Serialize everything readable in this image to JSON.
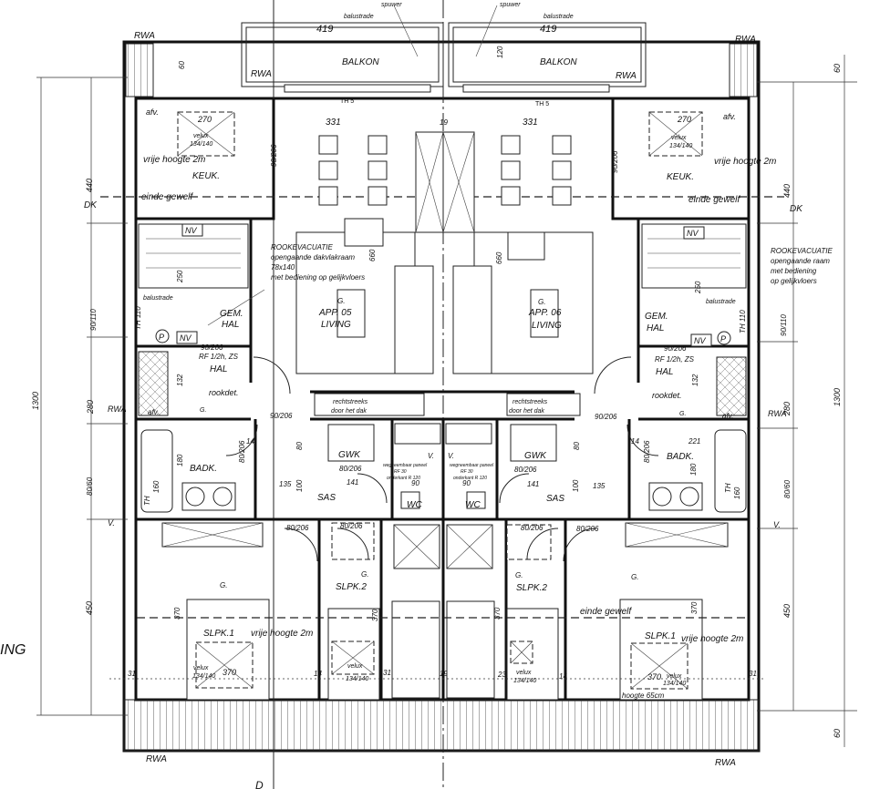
{
  "plan": {
    "roof_rwa": "RWA",
    "balcony": {
      "label": "BALKON",
      "railing": "balustrade",
      "width": "419",
      "cavity": "spuwer",
      "depth": "120",
      "door": "TH 5",
      "dims": "60"
    },
    "units": {
      "left": {
        "apartment": "APP. 05",
        "living": "LIVING",
        "living_g": "G."
      },
      "right": {
        "apartment": "APP. 06",
        "living": "LIVING",
        "living_g": "G."
      }
    },
    "kitchen": "KEUK.",
    "kitchen_dim": "270",
    "skylight": "velux",
    "skylight_size": "134/140",
    "afv": "afv.",
    "free_height": "vrije hoogte 2m",
    "end_slope": "einde gewelf",
    "dk": "DK",
    "table_width": "331",
    "living_depth": "660",
    "col_width": "19",
    "col_14": "14",
    "smoke": {
      "left": [
        "ROOKEVACUATIE",
        "opengaande dakvlakraam",
        "78x140",
        "met bediening op gelijkvloers"
      ],
      "right": [
        "ROOKEVACUATIE",
        "opengaande raam",
        "met bediening",
        "op gelijkvloers"
      ]
    },
    "stair": {
      "nv": "NV",
      "balustrade": "balustrade",
      "th": "TH 110",
      "p": "P",
      "dim250": "250",
      "dim90_110": "90/110"
    },
    "gem_hal": [
      "GEM.",
      "HAL"
    ],
    "hal": "HAL",
    "rf": "RF 1/2h, ZS",
    "rf_left": "RF 1/2h, ZS",
    "door_90_206": "90/206",
    "door_80_206": "80/206",
    "rookdet": "rookdet.",
    "shaft": {
      "top": "rechtstreeks",
      "bottom": "door het dak"
    },
    "gwk": "GWK",
    "wc": "WC",
    "sas": "SAS",
    "badk": "BADK.",
    "bath_th": "TH",
    "bath_160": "160",
    "dim132": "132",
    "dim180": "180",
    "dim80": "80",
    "dim100": "100",
    "dim135": "135",
    "dim141": "141",
    "dim221": "221",
    "dim90": "90",
    "panel": [
      "wegneembaar paneel",
      "RF 30",
      "onderkant R 120"
    ],
    "v": "V.",
    "slpk1": "SLPK.1",
    "slpk2": "SLPK.2",
    "dim370": "370",
    "dim450": "450",
    "dim1300": "1300",
    "dim440": "440",
    "dim280": "280",
    "dim80_60": "80/60",
    "dim31": "31",
    "dim23": "23",
    "height65": "hoogte 65cm",
    "section_d": "D",
    "side_fragment": "ING"
  }
}
